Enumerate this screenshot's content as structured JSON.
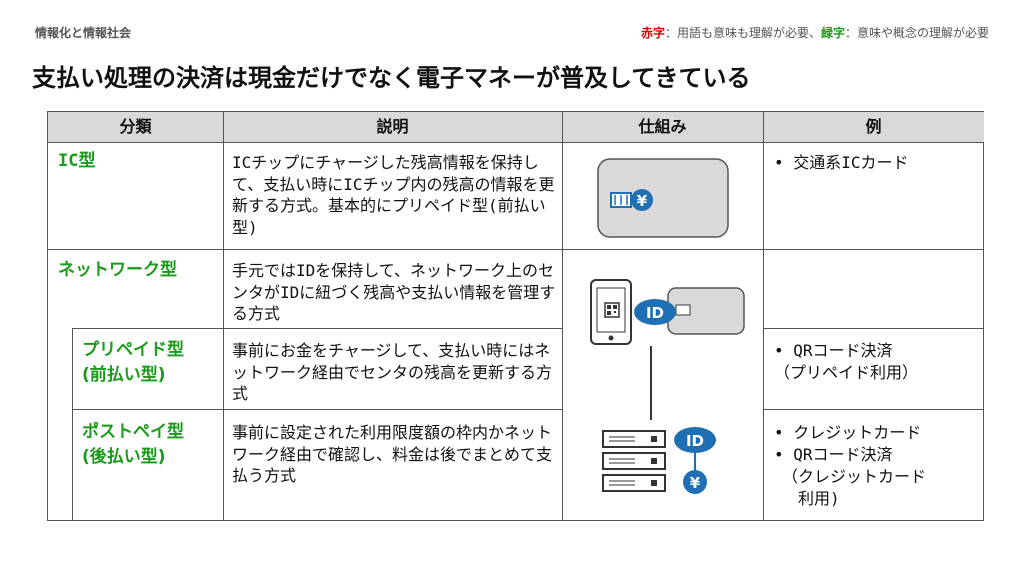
{
  "header": {
    "section": "情報化と情報社会",
    "legend_red": "赤字",
    "legend_red_desc": "：用語も意味も理解が必要、",
    "legend_green": "緑字",
    "legend_green_desc": "：意味や概念の理解が必要"
  },
  "title": "支払い処理の決済は現金だけでなく電子マネーが普及してきている",
  "table": {
    "headers": [
      "分類",
      "説明",
      "仕組み",
      "例"
    ],
    "rows": [
      {
        "category": "IC型",
        "description": "ICチップにチャージした残高情報を保持して、支払い時にICチップ内の残高の情報を更新する方式。基本的にプリペイド型(前払い型)",
        "examples": [
          "• 交通系ICカード"
        ]
      },
      {
        "category": "ネットワーク型",
        "description": "手元ではIDを保持して、ネットワーク上のセンタがIDに紐づく残高や支払い情報を管理する方式",
        "examples": []
      },
      {
        "category": "プリペイド型(前払い型)",
        "category_line1": "プリペイド型",
        "category_line2": "(前払い型)",
        "description": "事前にお金をチャージして、支払い時にはネットワーク経由でセンタの残高を更新する方式",
        "examples": [
          "• QRコード決済",
          "（プリペイド利用）"
        ]
      },
      {
        "category": "ポストペイ型(後払い型)",
        "category_line1": "ポストペイ型",
        "category_line2": "(後払い型)",
        "description": "事前に設定された利用限度額の枠内かネットワーク経由で確認し、料金は後でまとめて支払う方式",
        "examples": [
          "• クレジットカード",
          "• QRコード決済",
          "（クレジットカード",
          "利用)"
        ]
      }
    ]
  },
  "diagram": {
    "id_label": "ID",
    "yen_symbol": "¥"
  },
  "colors": {
    "red": "#d40000",
    "green": "#1a9a1a",
    "blue": "#1f6fb5",
    "header_bg": "#d9d9d9"
  }
}
